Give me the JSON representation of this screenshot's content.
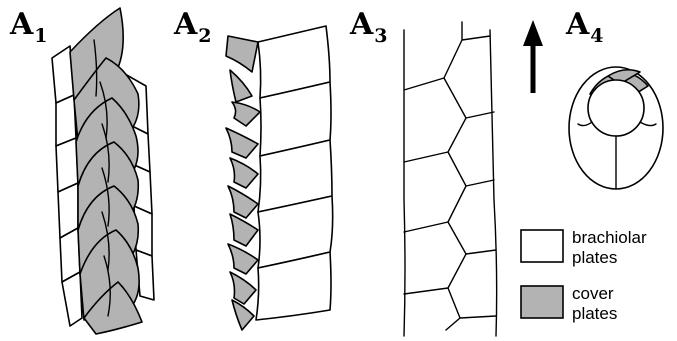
{
  "panels": [
    {
      "letter": "A",
      "sub": "1"
    },
    {
      "letter": "A",
      "sub": "2"
    },
    {
      "letter": "A",
      "sub": "3"
    },
    {
      "letter": "A",
      "sub": "4"
    }
  ],
  "legend": [
    {
      "line1": "brachiolar",
      "line2": "plates",
      "fill": "#ffffff"
    },
    {
      "line1": "cover",
      "line2": "plates",
      "fill": "#b3b3b3"
    }
  ]
}
